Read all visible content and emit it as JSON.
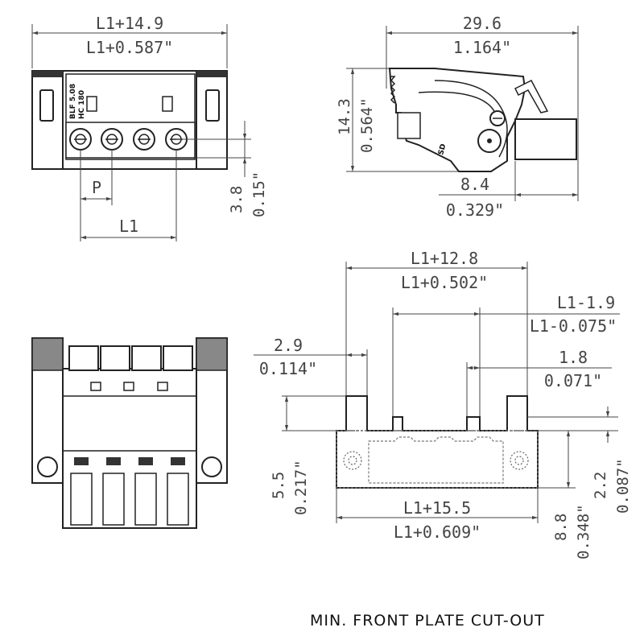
{
  "views": {
    "front": {
      "width_mm": "L1+14.9",
      "width_in": "L1+0.587\"",
      "pitch_label": "P",
      "length_label": "L1",
      "height_mm": "3.8",
      "height_in": "0.15\"",
      "part_marking_1": "BLF 5.08",
      "part_marking_2": "HC 180"
    },
    "side": {
      "width_mm": "29.6",
      "width_in": "1.164\"",
      "height_mm": "14.3",
      "height_in": "0.564\"",
      "offset_mm": "8.4",
      "offset_in": "0.329\"",
      "marking": "SD"
    },
    "cutout": {
      "overall_mm": "L1+12.8",
      "overall_in": "L1+0.502\"",
      "inner_mm": "L1-1.9",
      "inner_in": "L1-0.075\"",
      "left_mm": "2.9",
      "left_in": "0.114\"",
      "small_mm": "1.8",
      "small_in": "0.071\"",
      "plate_mm": "L1+15.5",
      "plate_in": "L1+0.609\"",
      "height_left_mm": "5.5",
      "height_left_in": "0.217\"",
      "height_right_mm": "8.8",
      "height_right_in": "0.348\"",
      "height_small_mm": "2.2",
      "height_small_in": "0.087\""
    },
    "caption": "MIN. FRONT PLATE CUT-OUT"
  },
  "colors": {
    "line": "#222222",
    "dimension": "#444444",
    "body_fill": "#ffffff"
  }
}
